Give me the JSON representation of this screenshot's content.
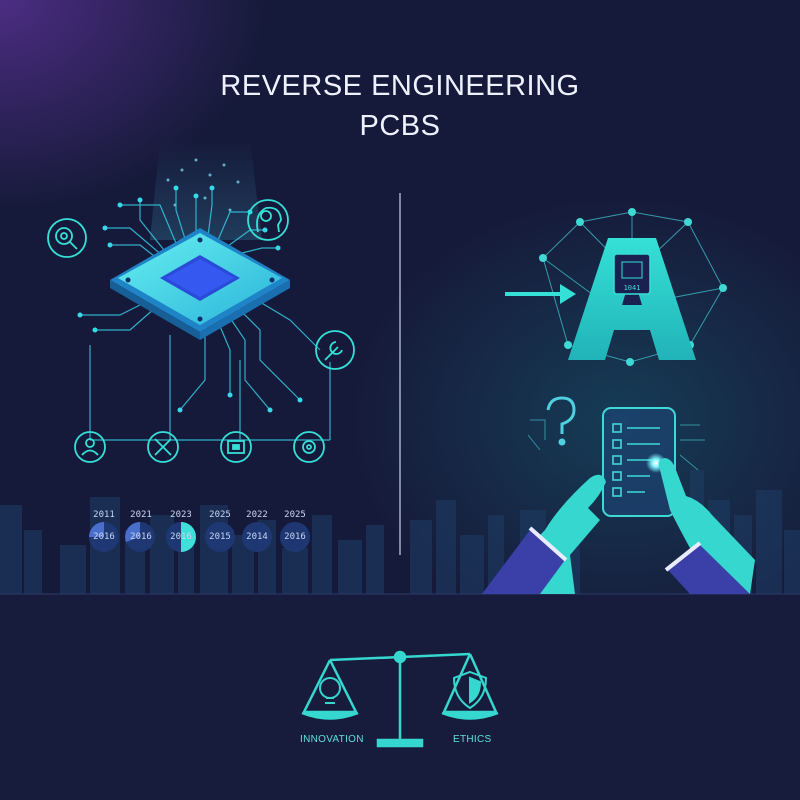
{
  "title": {
    "line1": "REVERSE ENGINEERING",
    "line2": "PCBS"
  },
  "timeline": {
    "years_top": [
      "2011",
      "2021",
      "2023",
      "2025",
      "2022",
      "2025"
    ],
    "years_bottom": [
      "2016",
      "2016",
      "2016",
      "2015",
      "2014",
      "2016"
    ]
  },
  "chip_marking": "1041",
  "scale": {
    "left_label": "INNOVATION",
    "right_label": "ETHICS"
  },
  "icons": {
    "left_panel": [
      "magnifier-gear-icon",
      "brain-head-icon",
      "wrench-icon",
      "worker-icon",
      "tools-icon",
      "circuit-board-icon",
      "gear-icon"
    ],
    "right_panel": [
      "letter-a-chip-icon",
      "arrow-icon",
      "question-mark-icon",
      "checklist-tablet-icon",
      "hands-icon"
    ],
    "bottom": [
      "balance-scale-icon",
      "lightbulb-icon",
      "shield-icon"
    ]
  },
  "colors": {
    "accent": "#35e0d6",
    "background": "#161a3a",
    "chip_blue": "#2a4bd8",
    "sleeve": "#3b3fa8"
  }
}
